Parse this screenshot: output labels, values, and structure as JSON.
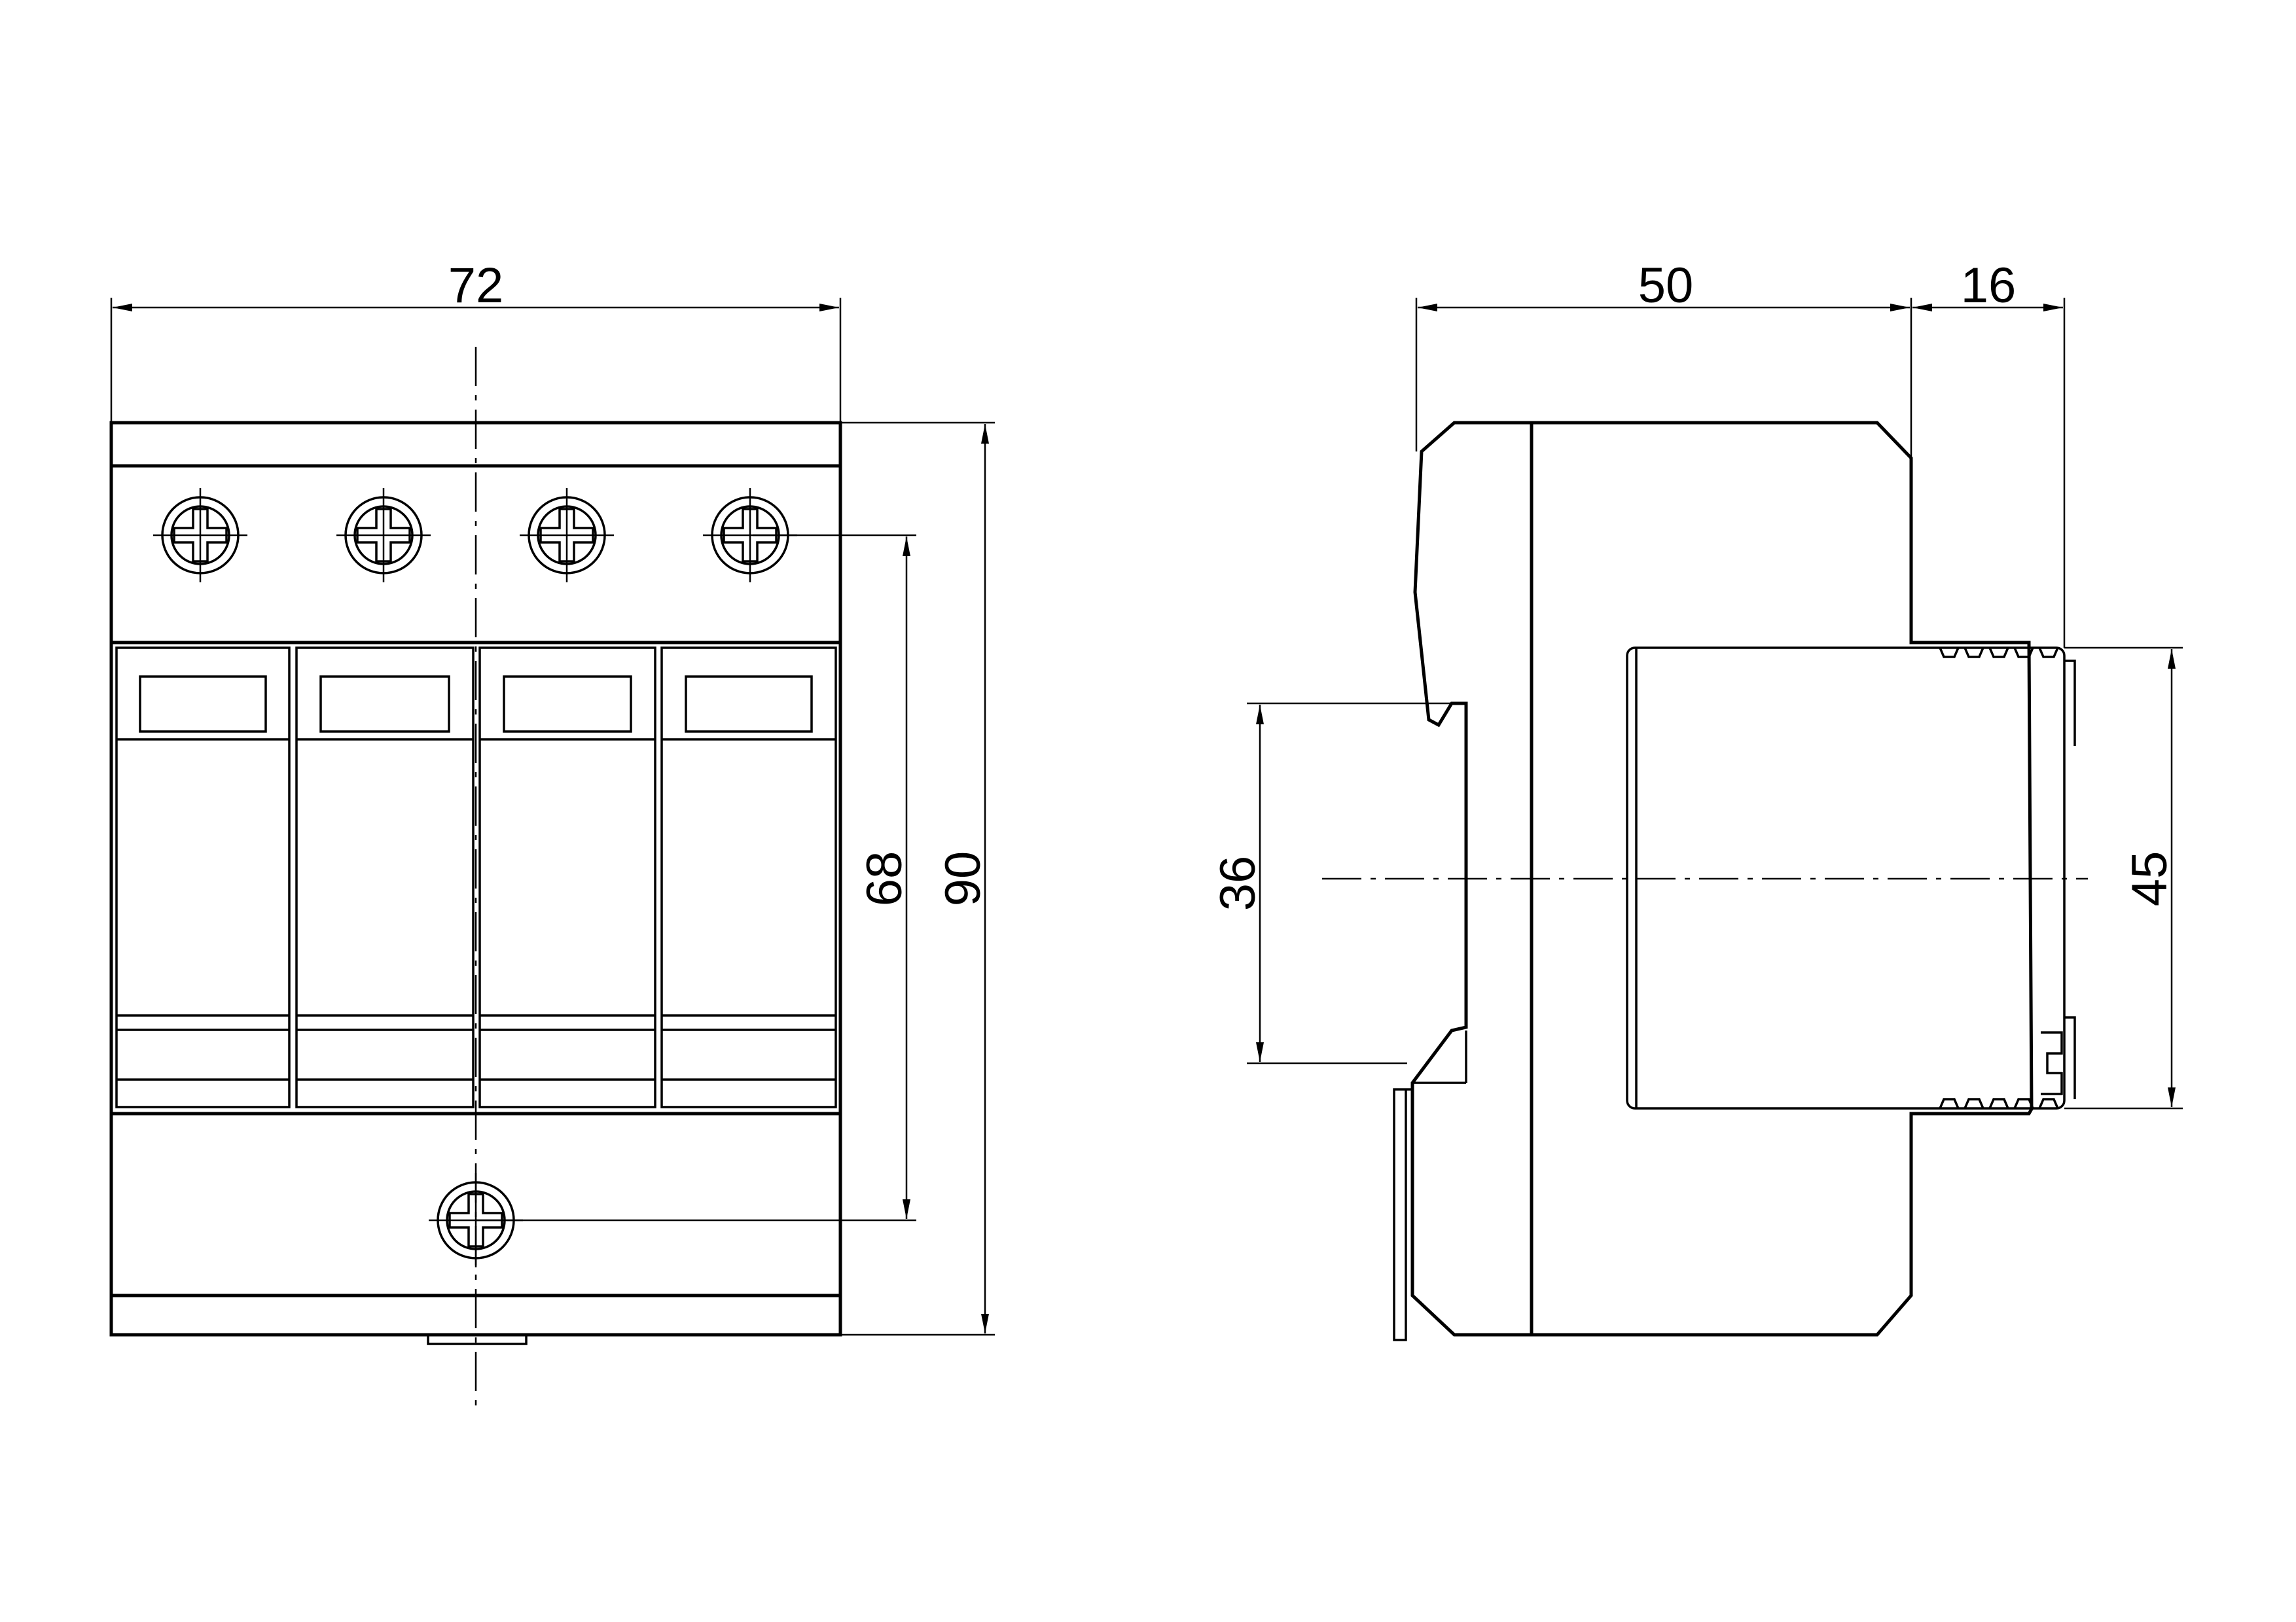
{
  "dimensions": {
    "front_width": "72",
    "front_height_total": "90",
    "front_terminal_spacing": "68",
    "side_depth": "50",
    "side_front_protrusion": "16",
    "side_rail_height": "36",
    "side_front_height": "45"
  },
  "front_view": {
    "module_count": 4,
    "top_terminal_count": 4,
    "bottom_terminal_count": 1
  }
}
